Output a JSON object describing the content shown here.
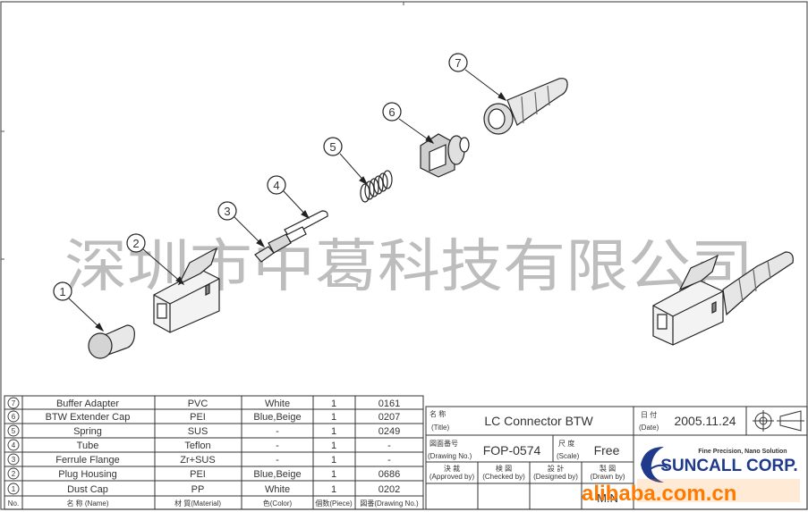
{
  "watermark": "深圳市中葛科技有限公司",
  "callouts": [
    "1",
    "2",
    "3",
    "4",
    "5",
    "6",
    "7"
  ],
  "parts_list": {
    "rows": [
      {
        "no": "7",
        "name": "Buffer Adapter",
        "material": "PVC",
        "color": "White",
        "piece": "1",
        "drawing": "0161"
      },
      {
        "no": "6",
        "name": "BTW Extender Cap",
        "material": "PEI",
        "color": "Blue,Beige",
        "piece": "1",
        "drawing": "0207"
      },
      {
        "no": "5",
        "name": "Spring",
        "material": "SUS",
        "color": "-",
        "piece": "1",
        "drawing": "0249"
      },
      {
        "no": "4",
        "name": "Tube",
        "material": "Teflon",
        "color": "-",
        "piece": "1",
        "drawing": "-"
      },
      {
        "no": "3",
        "name": "Ferrule Flange",
        "material": "Zr+SUS",
        "color": "-",
        "piece": "1",
        "drawing": "-"
      },
      {
        "no": "2",
        "name": "Plug Housing",
        "material": "PEI",
        "color": "Blue,Beige",
        "piece": "1",
        "drawing": "0686"
      },
      {
        "no": "1",
        "name": "Dust Cap",
        "material": "PP",
        "color": "White",
        "piece": "1",
        "drawing": "0202"
      }
    ],
    "header": {
      "no": "No.",
      "name": "名 称 (Name)",
      "material": "材 質(Material)",
      "color": "色(Color)",
      "piece": "個数(Piece)",
      "drawing": "図番(Drawing No.)"
    }
  },
  "title_block": {
    "title_label_cn": "名 称",
    "title_label_en": "(Title)",
    "title": "LC Connector BTW",
    "date_label_cn": "日 付",
    "date_label_en": "(Date)",
    "date": "2005.11.24",
    "drawing_no_label_cn": "図面番号",
    "drawing_no_label_en": "(Drawing No.)",
    "drawing_no": "FOP-0574",
    "scale_label_cn": "尺 度",
    "scale_label_en": "(Scale)",
    "scale": "Free",
    "approved_cn": "決 裁",
    "approved_en": "(Approved by)",
    "checked_cn": "検 図",
    "checked_en": "(Checked by)",
    "designed_cn": "設 計",
    "designed_en": "(Designed by)",
    "drawn_cn": "製 図",
    "drawn_en": "(Drawn by)",
    "drawn_by": "M.N",
    "company_tagline": "Fine Precision, Nano Solution",
    "company": "SUNCALL CORP."
  },
  "overlay_watermark": "alibaba.com.cn"
}
